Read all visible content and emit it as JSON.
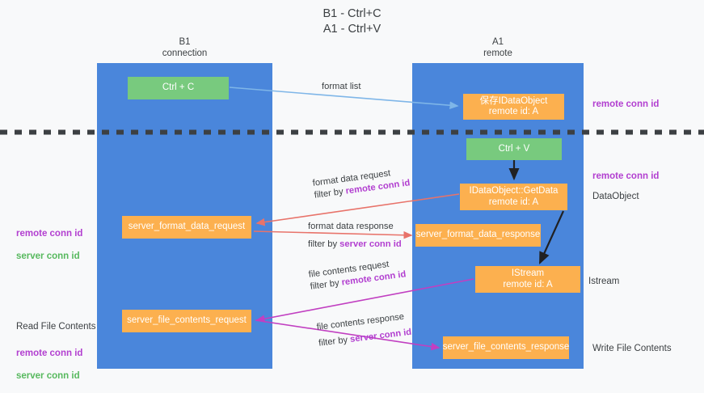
{
  "title": "B1 - Ctrl+C\nA1 - Ctrl+V",
  "columns": {
    "left": {
      "header": "B1\nconnection"
    },
    "right": {
      "header": "A1\nremote"
    }
  },
  "boxes": {
    "ctrl_c": "Ctrl + C",
    "save_idataobject": "保存IDataObject\nremote id: A",
    "ctrl_v": "Ctrl + V",
    "getdata": "IDataObject::GetData\nremote id: A",
    "server_format_data_request": "server_format_data_request",
    "server_format_data_response": "server_format_data_response",
    "istream": "IStream\nremote id: A",
    "server_file_contents_request": "server_file_contents_request",
    "server_file_contents_response": "server_file_contents_response"
  },
  "edge_labels": {
    "format_list": "format list",
    "format_data_request": "format data request",
    "format_data_request_filter_prefix": "filter by ",
    "format_data_request_filter_value": "remote conn id",
    "format_data_response": "format data response",
    "format_data_response_filter_prefix": "filter by ",
    "format_data_response_filter_value": "server conn id",
    "file_contents_request": "file contents request",
    "file_contents_request_filter_prefix": "filter by ",
    "file_contents_request_filter_value": "remote conn id",
    "file_contents_response": "file contents response",
    "file_contents_response_filter_prefix": "filter by ",
    "file_contents_response_filter_value": "server conn id"
  },
  "side_labels": {
    "left_1_line1": "remote conn id",
    "left_1_line2": "server conn id",
    "left_2_title": "Read File Contents",
    "left_2_line1": "remote conn id",
    "left_2_line2": "server conn id",
    "right_1": "remote conn id",
    "right_2": "remote conn id",
    "right_3": "DataObject",
    "right_4": "Istream",
    "right_5": "Write File Contents"
  },
  "colors": {
    "lane": "#4a86db",
    "green_box": "#78ca7e",
    "orange_box": "#fcb04f",
    "purple_text": "#b23fd0",
    "green_text": "#57b95e",
    "arrow_lightblue": "#9ec8ee",
    "arrow_red": "#e8736a",
    "arrow_magenta": "#c13fc1",
    "arrow_black": "#202124",
    "background": "#f8f9fa"
  }
}
